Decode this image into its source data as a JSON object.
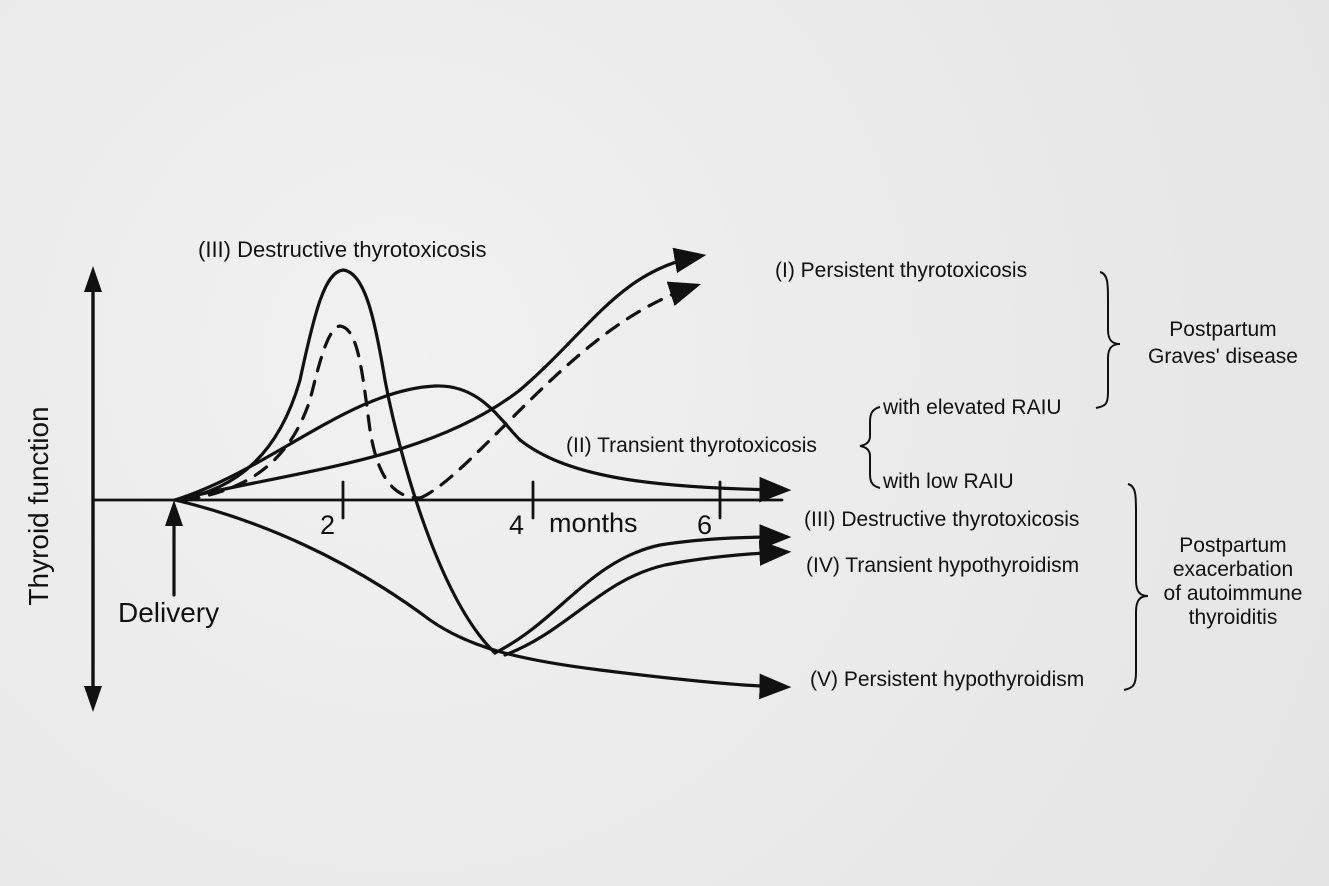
{
  "y_axis_label": "Thyroid function",
  "delivery_label": "Delivery",
  "x_ticks": [
    "2",
    "4",
    "6"
  ],
  "x_unit": "months",
  "top_label": "(III) Destructive thyrotoxicosis",
  "right_labels": {
    "persistent_thyrotoxicosis": "(I)  Persistent thyrotoxicosis",
    "transient_thyrotoxicosis": "(II) Transient thyrotoxicosis",
    "elevated_raiu": "with elevated RAIU",
    "low_raiu": "with low RAIU",
    "destructive_thyrotoxicosis": "(III) Destructive thyrotoxicosis",
    "transient_hypothyroidism": "(IV) Transient hypothyroidism",
    "persistent_hypothyroidism": "(V) Persistent hypothyroidism"
  },
  "groups": {
    "graves": [
      "Postpartum",
      "Graves' disease"
    ],
    "autoimmune": [
      "Postpartum",
      "exacerbation",
      "of autoimmune",
      "thyroiditis"
    ]
  },
  "colors": {
    "ink": "#111111",
    "paper": "#ececec"
  }
}
